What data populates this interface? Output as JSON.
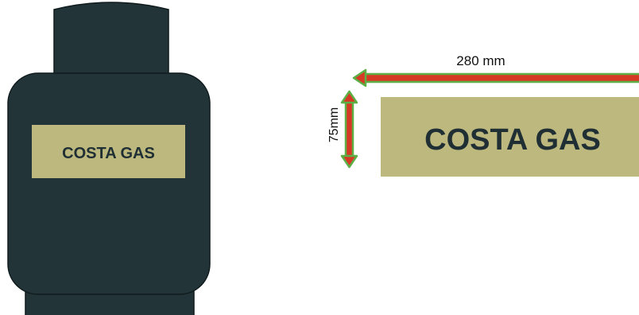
{
  "cylinder": {
    "label": "COSTA GAS",
    "body_color": "#223438",
    "label_color": "#BDB87E",
    "label_text_color": "#1F2F33"
  },
  "sign": {
    "label": "COSTA GAS",
    "background_color": "#BDB87E",
    "text_color": "#1F2F33"
  },
  "dimensions": {
    "width_label": "280 mm",
    "height_label": "75mm",
    "arrow_outline_color": "#5DB046",
    "arrow_fill_color": "#D63A24"
  }
}
